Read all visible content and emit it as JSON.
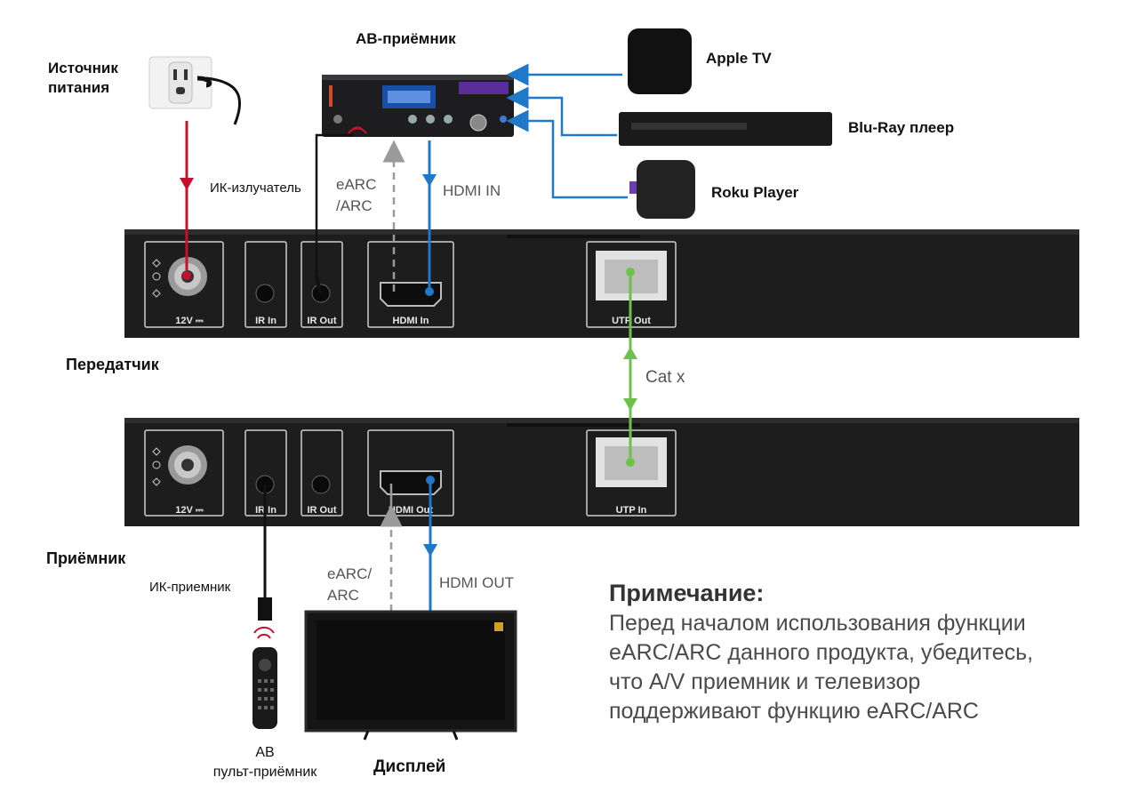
{
  "colors": {
    "power_line": "#c8102e",
    "hdmi_line": "#1f78c8",
    "cat_line": "#6cc24a",
    "arc_line": "#9a9a9a",
    "device_body": "#222222"
  },
  "labels": {
    "power_source": [
      "Источник",
      "питания"
    ],
    "av_receiver": "АВ-приёмник",
    "apple_tv": "Apple TV",
    "bluray": "Blu-Ray плеер",
    "roku": "Roku Player",
    "ir_emitter": "ИК-излучатель",
    "earc_top": [
      "eARC",
      "/ARC"
    ],
    "hdmi_in": "HDMI IN",
    "transmitter": "Передатчик",
    "cat": "Cat x",
    "receiver": "Приёмник",
    "ir_receiver": "ИК-приемник",
    "earc_bottom": [
      "eARC/",
      "ARC"
    ],
    "hdmi_out": "HDMI OUT",
    "remote": [
      "АВ",
      "пульт-приёмник"
    ],
    "display": "Дисплей"
  },
  "transmitter_ports": [
    "12V ⎓",
    "IR In",
    "IR Out",
    "HDMI In",
    "UTP Out"
  ],
  "receiver_ports": [
    "12V ⎓",
    "IR In",
    "IR Out",
    "HDMI Out",
    "UTP In"
  ],
  "note": {
    "title": "Примечание:",
    "lines": [
      "Перед началом использования функции",
      "eARC/ARC данного продукта, убедитесь,",
      "что A/V приемник и телевизор",
      "поддерживают функцию eARC/ARC"
    ]
  }
}
